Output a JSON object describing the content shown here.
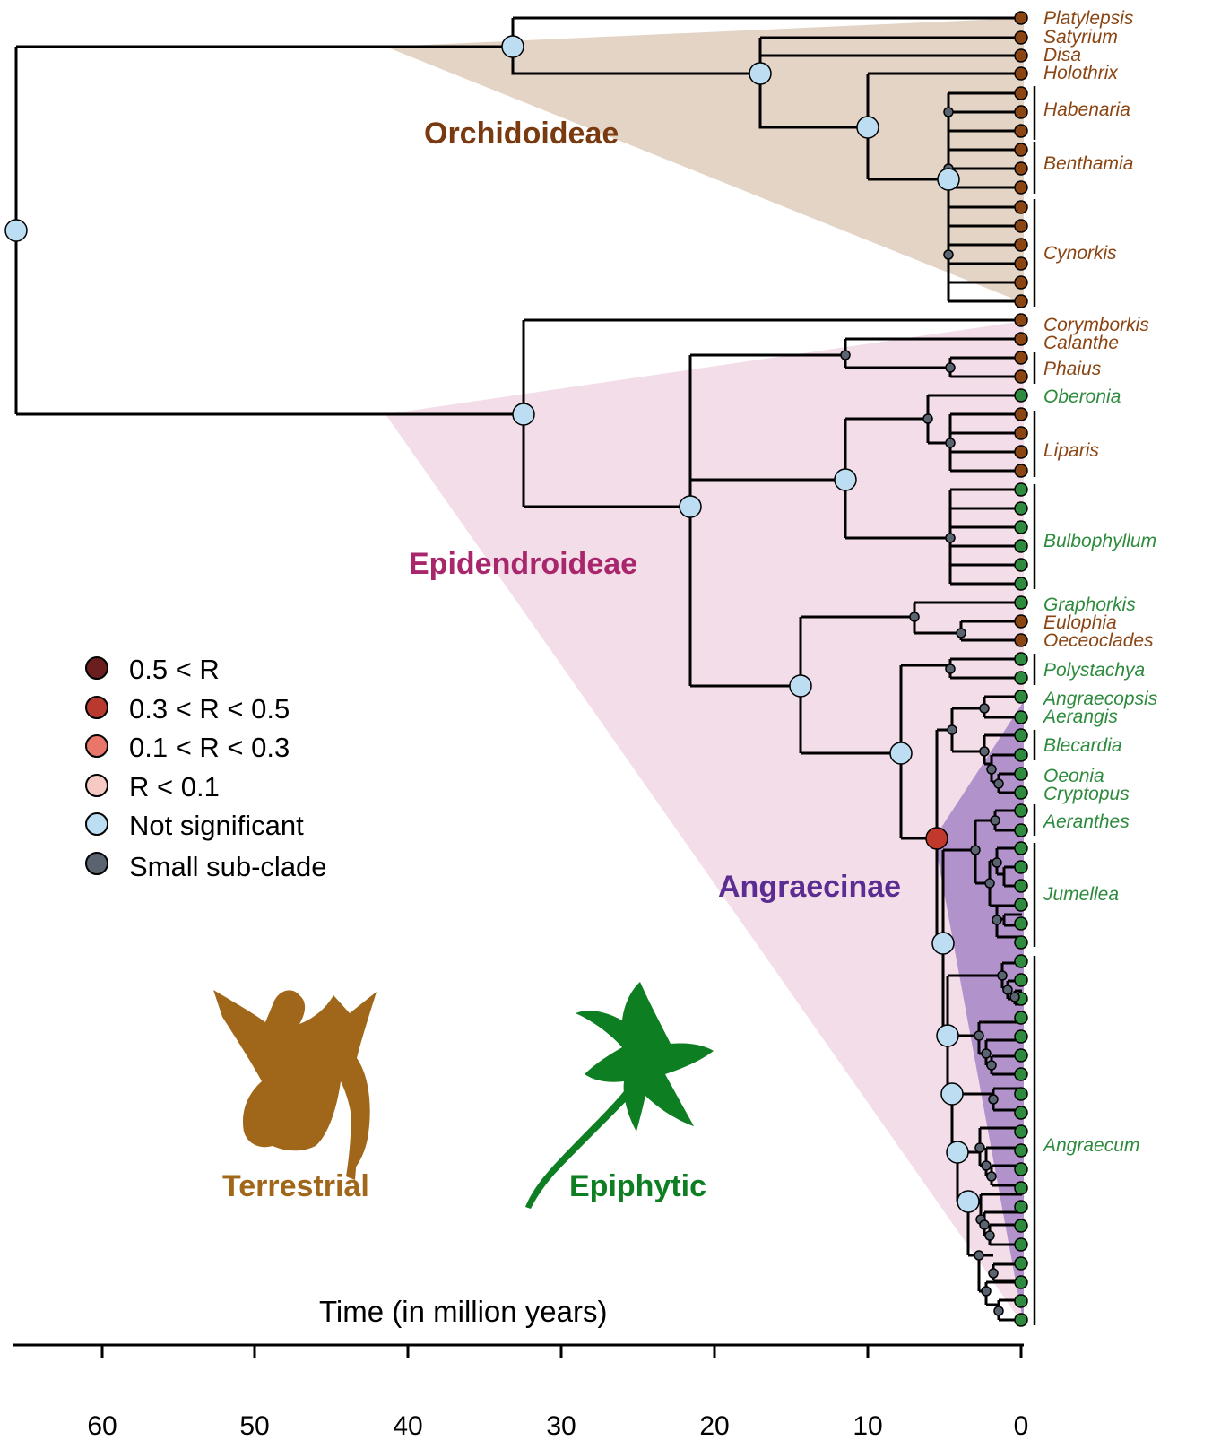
{
  "colors": {
    "terrestrial": "#8B4513",
    "epiphytic": "#2E8B3E",
    "orchidoideae": "#7A3A10",
    "epidendroideae": "#A8266B",
    "angraecinae": "#5B2C91",
    "not_significant": "#BCDDF2",
    "small_subclade": "#5A6470"
  },
  "clades": {
    "orchidoideae": "Orchidoideae",
    "epidendroideae": "Epidendroideae",
    "angraecinae": "Angraecinae"
  },
  "taxa": {
    "platylepsis": "Platylepsis",
    "satyrium": "Satyrium",
    "disa": "Disa",
    "holothrix": "Holothrix",
    "habenaria": "Habenaria",
    "benthamia": "Benthamia",
    "cynorkis": "Cynorkis",
    "corymborkis": "Corymborkis",
    "calanthe": "Calanthe",
    "phaius": "Phaius",
    "oberonia": "Oberonia",
    "liparis": "Liparis",
    "bulbophyllum": "Bulbophyllum",
    "graphorkis": "Graphorkis",
    "eulophia": "Eulophia",
    "oeceoclades": "Oeceoclades",
    "polystachya": "Polystachya",
    "angraecopsis": "Angraecopsis",
    "aerangis": "Aerangis",
    "blecardia": "Blecardia",
    "oeonia": "Oeonia",
    "cryptopus": "Cryptopus",
    "aeranthes": "Aeranthes",
    "jumellea": "Jumellea",
    "angraecum": "Angraecum"
  },
  "legend": {
    "r_high": "0.5 < R",
    "r_mid": "0.3 < R < 0.5",
    "r_low": "0.1 < R < 0.3",
    "r_min": "R < 0.1",
    "not_sig": "Not significant",
    "small": "Small sub-clade"
  },
  "habitat": {
    "terrestrial": "Terrestrial",
    "epiphytic": "Epiphytic"
  },
  "axis": {
    "title": "Time (in million years)",
    "ticks": [
      "60",
      "50",
      "40",
      "30",
      "20",
      "10",
      "0"
    ]
  }
}
